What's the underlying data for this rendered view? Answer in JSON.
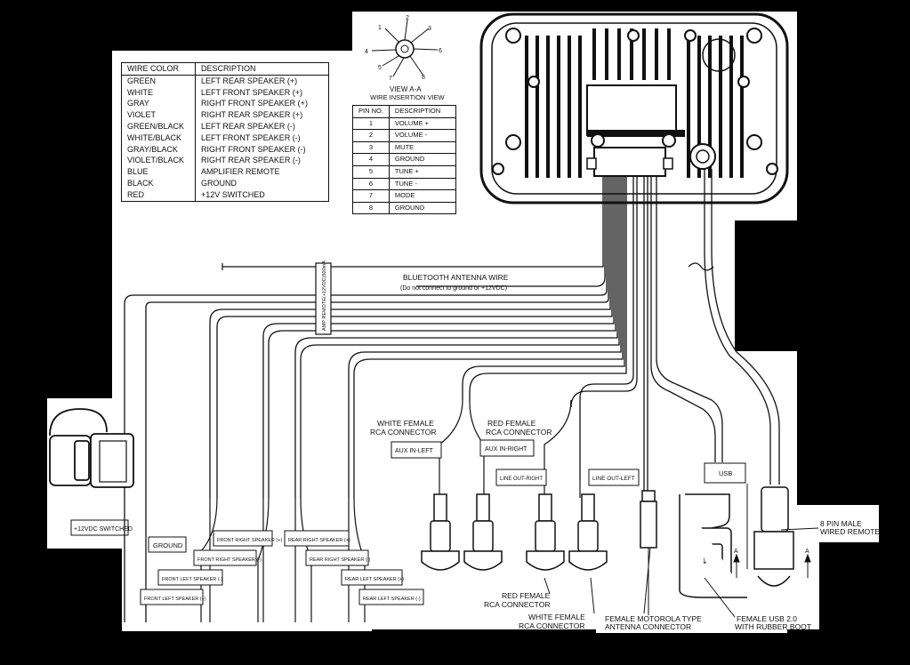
{
  "wire_table": {
    "headers": [
      "WIRE COLOR",
      "DESCRIPTION"
    ],
    "rows": [
      [
        "GREEN",
        "LEFT REAR SPEAKER (+)"
      ],
      [
        "WHITE",
        "LEFT FRONT SPEAKER (+)"
      ],
      [
        "GRAY",
        "RIGHT FRONT SPEAKER (+)"
      ],
      [
        "VIOLET",
        "RIGHT REAR SPEAKER (+)"
      ],
      [
        "GREEN/BLACK",
        "LEFT REAR SPEAKER (-)"
      ],
      [
        "WHITE/BLACK",
        "LEFT FRONT SPEAKER (-)"
      ],
      [
        "GRAY/BLACK",
        "RIGHT FRONT SPEAKER (-)"
      ],
      [
        "VIOLET/BLACK",
        "RIGHT REAR SPEAKER (-)"
      ],
      [
        "BLUE",
        "AMPLIFIER REMOTE"
      ],
      [
        "BLACK",
        "GROUND"
      ],
      [
        "RED",
        "+12V SWITCHED"
      ]
    ]
  },
  "pin_view": {
    "pins": [
      "1",
      "2",
      "3",
      "4",
      "5",
      "6",
      "7",
      "8"
    ],
    "title_line1": "VIEW A-A",
    "title_line2": "WIRE INSERTION VIEW"
  },
  "pin_table": {
    "headers": [
      "PIN NO.",
      "DESCRIPTION"
    ],
    "rows": [
      [
        "1",
        "VOLUME +"
      ],
      [
        "2",
        "VOLUME -"
      ],
      [
        "3",
        "MUTE"
      ],
      [
        "4",
        "GROUND"
      ],
      [
        "5",
        "TUNE +"
      ],
      [
        "6",
        "TUNE -"
      ],
      [
        "7",
        "MODE"
      ],
      [
        "8",
        "GROUND"
      ]
    ]
  },
  "labels": {
    "bt_wire": "BLUETOOTH ANTENNA WIRE",
    "bt_note": "(Do not connect to ground or +12VDC)",
    "amp_tag": "AMP REMOTE(+12VDC)500mA",
    "white_rca_1": "WHITE FEMALE",
    "white_rca_2": "RCA CONNECTOR",
    "red_rca_1": "RED FEMALE",
    "red_rca_2": "RCA CONNECTOR",
    "aux_left": "AUX IN-LEFT",
    "aux_right": "AUX IN-RIGHT",
    "line_out_right": "LINE OUT-RIGHT",
    "line_out_left": "LINE OUT-LEFT",
    "usb": "USB",
    "remote_1": "8 PIN MALE",
    "remote_2": "WIRED REMOTE",
    "plus12": "+12VDC SWITCHED",
    "ground": "GROUND",
    "frs_pos": "FRONT RIGHT SPEAKER (+)",
    "frs_neg": "FRONT RIGHT SPEAKER (-)",
    "fls_neg": "FRONT LEFT SPEAKER (-)",
    "fls_pos": "FRONT LEFT SPEAKER (+)",
    "rrs_pos": "REAR RIGHT SPEAKER (+)",
    "rrs_neg": "REAR RIGHT SPEAKER (-)",
    "rls_pos": "REAR LEFT SPEAKER (+)",
    "rls_neg": "REAR LEFT SPEAKER (-)",
    "red_bottom_1": "RED FEMALE",
    "red_bottom_2": "RCA CONNECTOR",
    "white_bottom_1": "WHITE FEMALE",
    "white_bottom_2": "RCA CONNECTOR",
    "antenna_1": "FEMALE MOTOROLA TYPE",
    "antenna_2": "ANTENNA CONNECTOR",
    "usb_boot_1": "FEMALE USB 2.0",
    "usb_boot_2": "WITH RUBBER BOOT",
    "arrow_a": "A"
  },
  "colors": {
    "background": "#000000",
    "panel": "#ffffff",
    "line": "#111111"
  }
}
